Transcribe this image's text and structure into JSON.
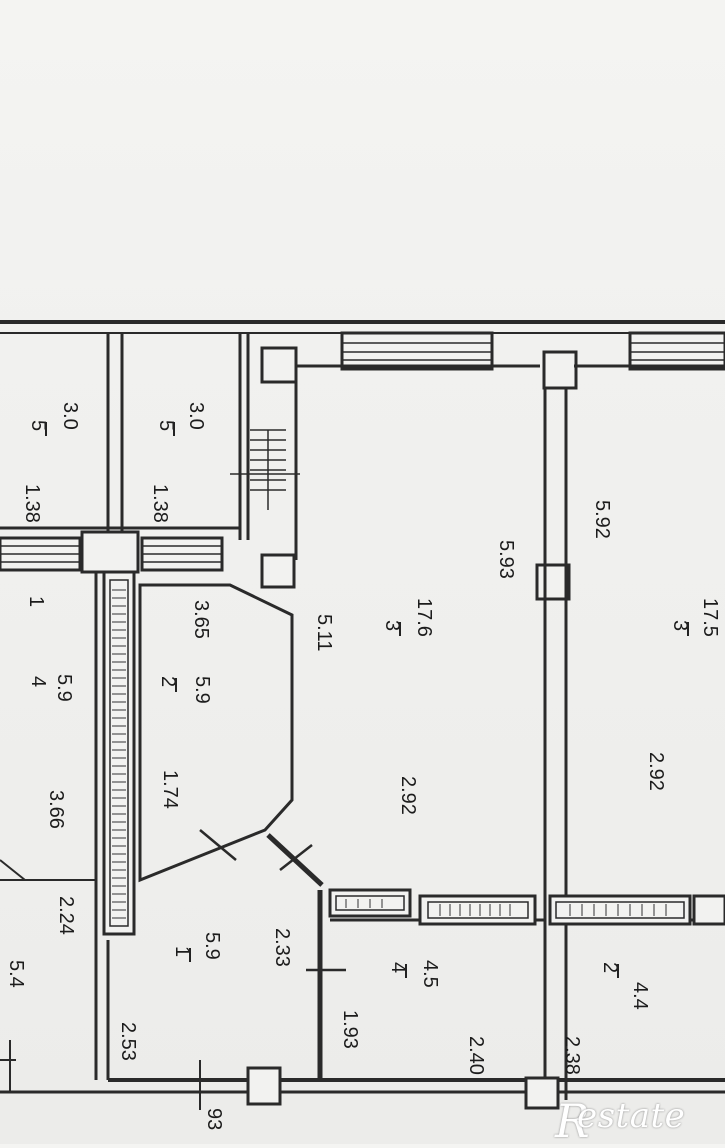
{
  "plan": {
    "labels": [
      {
        "id": "l01",
        "text": "5",
        "r": 90
      },
      {
        "id": "l02",
        "text": "3.0",
        "r": 90
      },
      {
        "id": "l03",
        "text": "1.38",
        "r": 90
      },
      {
        "id": "l04",
        "text": "5",
        "r": 90
      },
      {
        "id": "l05",
        "text": "3.0",
        "r": 90
      },
      {
        "id": "l06",
        "text": "1.38",
        "r": 90
      },
      {
        "id": "l07",
        "text": "1",
        "r": 90
      },
      {
        "id": "l08",
        "text": "4",
        "r": 90
      },
      {
        "id": "l09",
        "text": "5.9",
        "r": 90
      },
      {
        "id": "l10",
        "text": "3.66",
        "r": 90
      },
      {
        "id": "l11",
        "text": "5.4",
        "r": 90
      },
      {
        "id": "l12",
        "text": "2.24",
        "r": 90
      },
      {
        "id": "l13",
        "text": "3.65",
        "r": 90
      },
      {
        "id": "l14",
        "text": "2",
        "r": 90
      },
      {
        "id": "l15",
        "text": "5.9",
        "r": 90
      },
      {
        "id": "l16",
        "text": "1.74",
        "r": 90
      },
      {
        "id": "l17",
        "text": "5.11",
        "r": 90
      },
      {
        "id": "l18",
        "text": "3",
        "r": 90
      },
      {
        "id": "l19",
        "text": "17.6",
        "r": 90
      },
      {
        "id": "l20",
        "text": "5.93",
        "r": 90
      },
      {
        "id": "l21",
        "text": "2.92",
        "r": 90
      },
      {
        "id": "l22",
        "text": "5.92",
        "r": 90
      },
      {
        "id": "l23",
        "text": "3",
        "r": 90
      },
      {
        "id": "l24",
        "text": "17.5",
        "r": 90
      },
      {
        "id": "l25",
        "text": "2.92",
        "r": 90
      },
      {
        "id": "l26",
        "text": "2.53",
        "r": 90
      },
      {
        "id": "l27",
        "text": "1",
        "r": 90
      },
      {
        "id": "l28",
        "text": "5.9",
        "r": 90
      },
      {
        "id": "l29",
        "text": "2.33",
        "r": 90
      },
      {
        "id": "l30",
        "text": "1.93",
        "r": 90
      },
      {
        "id": "l31",
        "text": "4",
        "r": 90
      },
      {
        "id": "l32",
        "text": "4.5",
        "r": 90
      },
      {
        "id": "l33",
        "text": "2.40",
        "r": 90
      },
      {
        "id": "l34",
        "text": "2.38",
        "r": 90
      },
      {
        "id": "l35",
        "text": "2",
        "r": 90
      },
      {
        "id": "l36",
        "text": "4.4",
        "r": 90
      },
      {
        "id": "l37",
        "text": "93",
        "r": 90
      }
    ]
  },
  "watermark": {
    "text": "estate",
    "initial": "R"
  }
}
